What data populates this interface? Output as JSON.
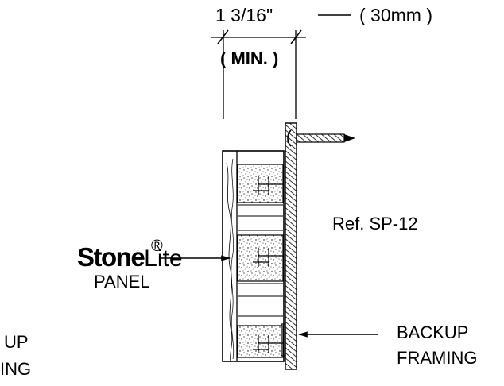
{
  "dimension": {
    "value": "1 3/16\"",
    "metric": "( 30mm )",
    "qualifier": "( MIN. )"
  },
  "reference": "Ref. SP-12",
  "panel": {
    "brand_bold": "Stone",
    "brand_light": "Lite",
    "brand_mark": "®",
    "label": "PANEL"
  },
  "backup_framing_right": {
    "line1": "BACKUP",
    "line2": "FRAMING"
  },
  "backup_framing_left_cut": {
    "line1": "UP",
    "line2": "ING"
  }
}
